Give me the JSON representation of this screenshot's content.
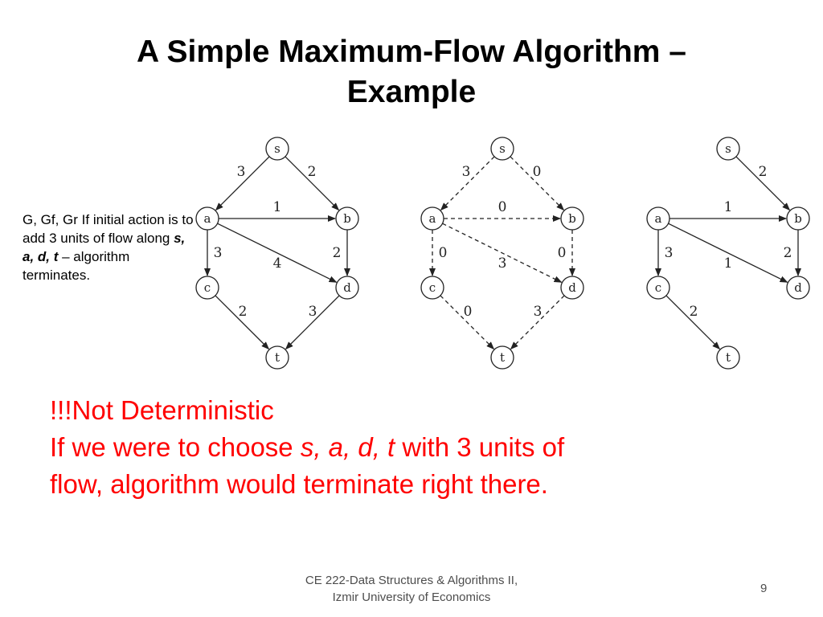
{
  "title": {
    "line1": "A Simple Maximum-Flow Algorithm –",
    "line2": "Example"
  },
  "side_note": {
    "text1": "G, Gf, Gr If initial action is to add 3 units of flow along ",
    "path": "s, a, d, t",
    "text2": " – algorithm terminates."
  },
  "graphs": [
    {
      "style": "solid",
      "nodes": [
        "s",
        "a",
        "b",
        "c",
        "d",
        "t"
      ],
      "edges": [
        {
          "from": "s",
          "to": "a",
          "label": "3"
        },
        {
          "from": "s",
          "to": "b",
          "label": "2"
        },
        {
          "from": "a",
          "to": "b",
          "label": "1"
        },
        {
          "from": "a",
          "to": "c",
          "label": "3"
        },
        {
          "from": "a",
          "to": "d",
          "label": "4"
        },
        {
          "from": "b",
          "to": "d",
          "label": "2"
        },
        {
          "from": "c",
          "to": "t",
          "label": "2"
        },
        {
          "from": "d",
          "to": "t",
          "label": "3"
        }
      ]
    },
    {
      "style": "dashed",
      "nodes": [
        "s",
        "a",
        "b",
        "c",
        "d",
        "t"
      ],
      "edges": [
        {
          "from": "s",
          "to": "a",
          "label": "3"
        },
        {
          "from": "s",
          "to": "b",
          "label": "0"
        },
        {
          "from": "a",
          "to": "b",
          "label": "0"
        },
        {
          "from": "a",
          "to": "c",
          "label": "0"
        },
        {
          "from": "a",
          "to": "d",
          "label": "3"
        },
        {
          "from": "b",
          "to": "d",
          "label": "0"
        },
        {
          "from": "c",
          "to": "t",
          "label": "0"
        },
        {
          "from": "d",
          "to": "t",
          "label": "3"
        }
      ]
    },
    {
      "style": "solid",
      "nodes": [
        "s",
        "a",
        "b",
        "c",
        "d",
        "t"
      ],
      "edges": [
        {
          "from": "s",
          "to": "b",
          "label": "2"
        },
        {
          "from": "a",
          "to": "b",
          "label": "1"
        },
        {
          "from": "a",
          "to": "c",
          "label": "3"
        },
        {
          "from": "a",
          "to": "d",
          "label": "1"
        },
        {
          "from": "b",
          "to": "d",
          "label": "2"
        },
        {
          "from": "c",
          "to": "t",
          "label": "2"
        }
      ]
    }
  ],
  "red_note": {
    "line1": "!!!Not Deterministic",
    "line2_pre": "If we were to choose ",
    "line2_path": "s, a, d, t",
    "line2_post": " with 3 units of",
    "line3": "flow, algorithm would terminate right there.",
    "color": "#ff0000"
  },
  "footer": {
    "line1": "CE 222-Data Structures & Algorithms II,",
    "line2": "Izmir University of Economics",
    "page_number": "9"
  }
}
